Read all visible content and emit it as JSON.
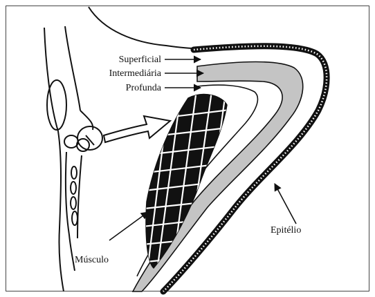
{
  "labels": {
    "superficial": "Superficial",
    "intermediaria": "Intermediária",
    "profunda": "Profunda",
    "musculo": "Músculo",
    "epitelio": "Epitélio"
  },
  "colors": {
    "background": "#ffffff",
    "frame": "#444444",
    "ink": "#111111",
    "intermediate_layer": "#c4c4c4"
  }
}
